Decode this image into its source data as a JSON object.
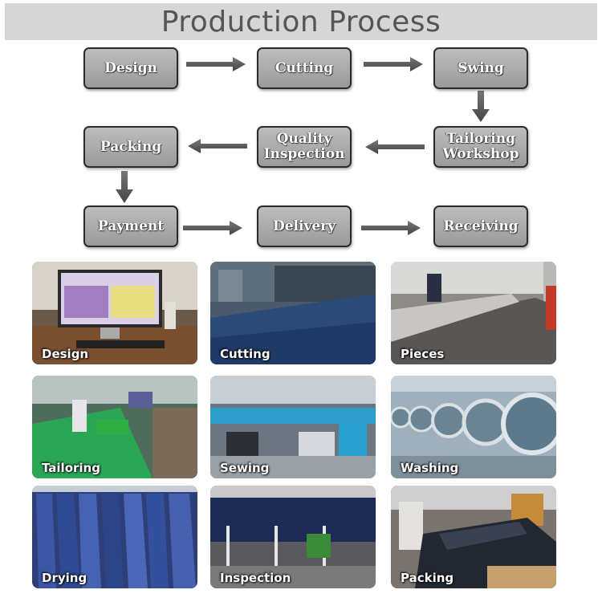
{
  "title": "Production Process",
  "flow_steps": [
    {
      "id": "design",
      "label": "Design"
    },
    {
      "id": "cutting",
      "label": "Cutting"
    },
    {
      "id": "swing",
      "label": "Swing"
    },
    {
      "id": "tailoring-workshop",
      "label": "Tailoring\nWorkshop"
    },
    {
      "id": "quality-inspection",
      "label": "Quality\nInspection"
    },
    {
      "id": "packing",
      "label": "Packing"
    },
    {
      "id": "payment",
      "label": "Payment"
    },
    {
      "id": "delivery",
      "label": "Delivery"
    },
    {
      "id": "receiving",
      "label": "Receiving"
    }
  ],
  "flow_edges": [
    [
      "design",
      "cutting"
    ],
    [
      "cutting",
      "swing"
    ],
    [
      "swing",
      "tailoring-workshop"
    ],
    [
      "tailoring-workshop",
      "quality-inspection"
    ],
    [
      "quality-inspection",
      "packing"
    ],
    [
      "packing",
      "payment"
    ],
    [
      "payment",
      "delivery"
    ],
    [
      "delivery",
      "receiving"
    ]
  ],
  "photos": [
    {
      "id": "design",
      "label": "Design"
    },
    {
      "id": "cutting",
      "label": "Cutting"
    },
    {
      "id": "pieces",
      "label": "Pieces"
    },
    {
      "id": "tailoring",
      "label": "Tailoring"
    },
    {
      "id": "sewing",
      "label": "Sewing"
    },
    {
      "id": "washing",
      "label": "Washing"
    },
    {
      "id": "drying",
      "label": "Drying"
    },
    {
      "id": "inspection",
      "label": "Inspection"
    },
    {
      "id": "packing",
      "label": "Packing"
    }
  ],
  "colors": {
    "title_bar": "#d6d6d6",
    "title_text": "#555555",
    "box_fill": "#a9a9a9",
    "box_border": "#2b2b2b",
    "arrow": "#555555"
  }
}
